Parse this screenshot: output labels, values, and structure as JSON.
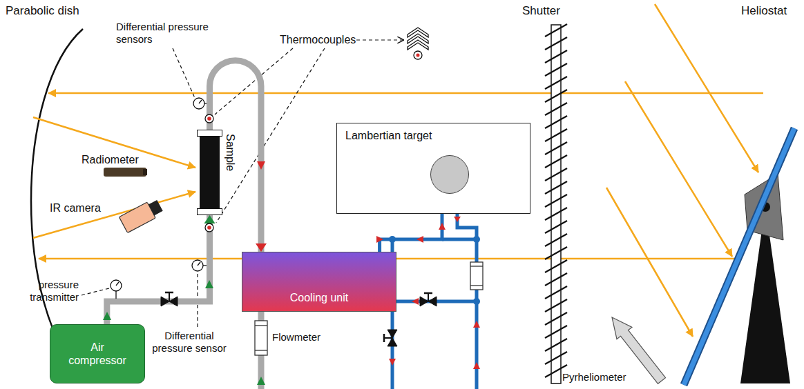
{
  "diagram": {
    "nodes": [
      {
        "text": [
          "Sample"
        ]
      },
      {
        "text": [
          "Lambertian target"
        ]
      },
      {
        "text": [
          "Cooling unit"
        ]
      },
      {
        "text": [
          "Air compressor"
        ]
      }
    ],
    "edges": [
      {
        "from": 3,
        "to": 0,
        "arrow": "to"
      },
      {
        "from": 0,
        "to": 2,
        "arrow": "to"
      },
      {
        "from": 2,
        "to": 1,
        "arrow": "none"
      }
    ],
    "labels": [
      "Parabolic dish",
      "Differential pressure sensors",
      "Thermocouples",
      "Radiometer",
      "IR camera",
      "Shutter",
      "Heliostat",
      "pressure transmitter",
      "Differential pressure sensor",
      "Flowmeter",
      "Pyrheliometer"
    ]
  }
}
